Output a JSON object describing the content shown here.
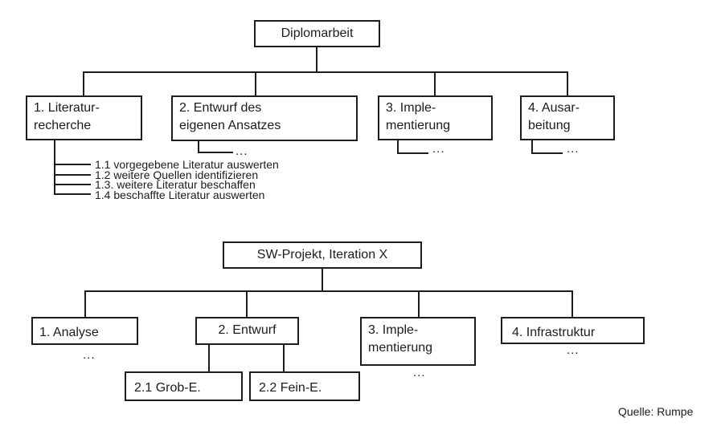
{
  "diagram": {
    "ellipsis": "...",
    "caption": "Quelle: Rumpe",
    "tree1": {
      "root": "Diplomarbeit",
      "children": [
        {
          "label": "1. Literatur-\nrecherche"
        },
        {
          "label": "2. Entwurf des\neigenen Ansatzes"
        },
        {
          "label": "3. Imple-\nmentierung"
        },
        {
          "label": "4. Ausar-\nbeitung"
        }
      ],
      "subtasks": [
        "1.1 vorgegebene Literatur auswerten",
        "1.2 weitere Quellen identifizieren",
        "1.3. weitere Literatur beschaffen",
        "1.4 beschaffte Literatur auswerten"
      ]
    },
    "tree2": {
      "root": "SW-Projekt, Iteration X",
      "children": [
        {
          "label": "1. Analyse"
        },
        {
          "label": "2. Entwurf"
        },
        {
          "label": "3. Imple-\nmentierung"
        },
        {
          "label": "4. Infrastruktur"
        }
      ],
      "entwurf_children": [
        {
          "label": "2.1 Grob-E."
        },
        {
          "label": "2.2 Fein-E."
        }
      ]
    }
  }
}
